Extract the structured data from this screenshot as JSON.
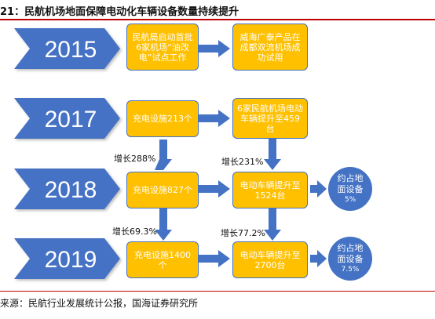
{
  "title": "21：民航机场地面保障电动化车辆设备数量持续提升",
  "source": "来源：民航行业发展统计公报，国海证券研究所",
  "colors": {
    "arrow": "#4472c4",
    "box": "#ffc000",
    "box_border": "#4472c4",
    "circle": "#4472c4",
    "accent_rule": "#c00000"
  },
  "rows": [
    {
      "year": "2015",
      "box1": "民航局启动首批6家机场“油改电”试点工作",
      "box2": "威海广泰产品在成都双流机场成功试用"
    },
    {
      "year": "2017",
      "box1": "充电设施213个",
      "box2": "6家民航机场电动车辆提升至459台"
    },
    {
      "year": "2018",
      "box1": "充电设施827个",
      "box2": "电动车辆提升至1524台",
      "circle_label": "约占地面设备",
      "circle_pct": "5%"
    },
    {
      "year": "2019",
      "box1": "充电设施1400个",
      "box2": "电动车辆提升至2700台",
      "circle_label": "约占地面设备",
      "circle_pct": "7.5%"
    }
  ],
  "growth": {
    "chargers_2018": "增长288%",
    "vehicles_2018": "增长231%",
    "chargers_2019": "增长69.3%",
    "vehicles_2019": "增长77.2%"
  }
}
